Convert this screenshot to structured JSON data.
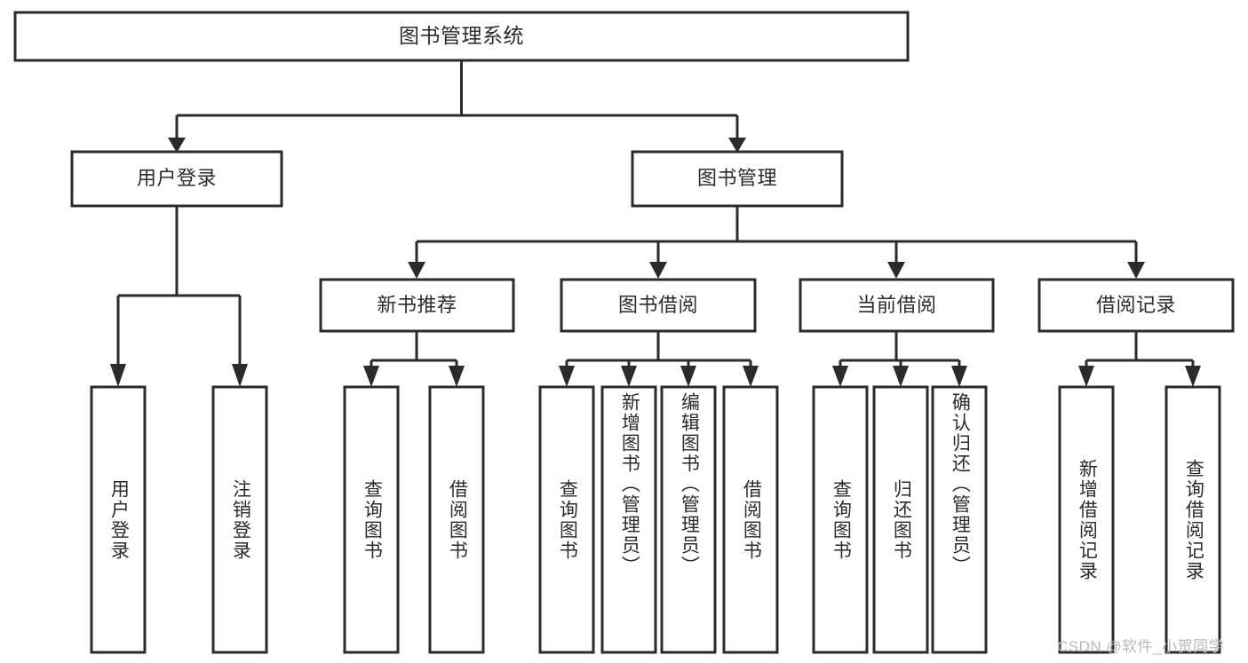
{
  "diagram": {
    "type": "tree-hierarchy",
    "title": "图书管理系统",
    "watermark": "CSDN @软件_小贺同学",
    "colors": {
      "stroke": "#2b2b2b",
      "fill": "#ffffff",
      "text": "#2b2b2b",
      "watermark": "#b9b9b9"
    },
    "nodes": {
      "root": {
        "label": "图书管理系统",
        "level": 1
      },
      "l2": [
        {
          "id": "user-login",
          "label": "用户登录",
          "level": 2
        },
        {
          "id": "book-manage",
          "label": "图书管理",
          "level": 2
        }
      ],
      "l3": [
        {
          "id": "new-book-recommend",
          "label": "新书推荐",
          "level": 3,
          "parent": "book-manage"
        },
        {
          "id": "book-borrow",
          "label": "图书借阅",
          "level": 3,
          "parent": "book-manage"
        },
        {
          "id": "current-borrow",
          "label": "当前借阅",
          "level": 3,
          "parent": "book-manage"
        },
        {
          "id": "borrow-record",
          "label": "借阅记录",
          "level": 3,
          "parent": "book-manage"
        }
      ],
      "leaves": [
        {
          "id": "leaf-user-login",
          "label": "用户登录",
          "parent": "user-login"
        },
        {
          "id": "leaf-logout",
          "label": "注销登录",
          "parent": "user-login"
        },
        {
          "id": "leaf-query-book-1",
          "label": "查询图书",
          "parent": "new-book-recommend"
        },
        {
          "id": "leaf-borrow-book-1",
          "label": "借阅图书",
          "parent": "new-book-recommend"
        },
        {
          "id": "leaf-query-book-2",
          "label": "查询图书",
          "parent": "book-borrow"
        },
        {
          "id": "leaf-add-book",
          "label": "新增图书（管理员）",
          "parent": "book-borrow"
        },
        {
          "id": "leaf-edit-book",
          "label": "编辑图书（管理员）",
          "parent": "book-borrow"
        },
        {
          "id": "leaf-borrow-book-2",
          "label": "借阅图书",
          "parent": "book-borrow"
        },
        {
          "id": "leaf-query-book-3",
          "label": "查询图书",
          "parent": "current-borrow"
        },
        {
          "id": "leaf-return-book",
          "label": "归还图书",
          "parent": "current-borrow"
        },
        {
          "id": "leaf-confirm-return",
          "label": "确认归还（管理员）",
          "parent": "current-borrow"
        },
        {
          "id": "leaf-add-record",
          "label": "新增借阅记录",
          "parent": "borrow-record"
        },
        {
          "id": "leaf-query-record",
          "label": "查询借阅记录",
          "parent": "borrow-record"
        }
      ]
    }
  }
}
